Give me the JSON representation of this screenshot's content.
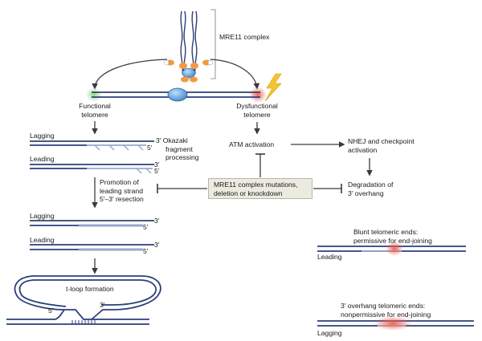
{
  "labels": {
    "mre11_complex": "MRE11 complex",
    "functional": [
      "Functional",
      "telomere"
    ],
    "dysfunctional": [
      "Dysfunctional",
      "telomere"
    ],
    "lagging": "Lagging",
    "leading": "Leading",
    "okazaki": [
      "3′ Okazaki",
      "fragment",
      "processing"
    ],
    "five_prime": "5′",
    "three_prime": "3′",
    "promotion": [
      "Promotion of",
      "leading strand",
      "5′–3′ resection"
    ],
    "mutations": [
      "MRE11 complex mutations,",
      "deletion or knockdown"
    ],
    "atm": "ATM activation",
    "nhej": [
      "NHEJ and checkpoint",
      "activation"
    ],
    "degradation": [
      "Degradation of",
      "3′ overhang"
    ],
    "blunt": [
      "Blunt telomeric ends:",
      "permissive for end-joining"
    ],
    "overhang_ends": [
      "3′ overhang telomeric ends:",
      "nonpermissive for end-joining"
    ],
    "tloop": "t-loop formation"
  },
  "colors": {
    "dna_dark": "#2b3f7a",
    "dna_light": "#9aa7cc",
    "arrow": "#3a3a3a",
    "protein_blue": "#5d9bd6",
    "protein_orange": "#f29a3f",
    "functional_glow": "#8fd07a",
    "dysfunctional_glow": "#f05a4a",
    "lightning": "#f6c431",
    "box_fill": "#ecebe0"
  }
}
